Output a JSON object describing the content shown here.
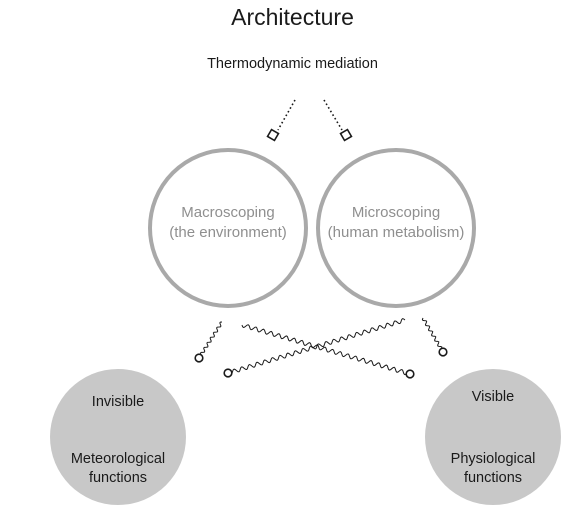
{
  "title": "Architecture",
  "subtitle": "Thermodynamic mediation",
  "macro": {
    "line1": "Macroscoping",
    "line2": "(the environment)"
  },
  "micro": {
    "line1": "Microscoping",
    "line2": "(human metabolism)"
  },
  "left_disk": {
    "top": "Invisible",
    "bottom_line1": "Meteorological",
    "bottom_line2": "functions"
  },
  "right_disk": {
    "top": "Visible",
    "bottom_line1": "Physiological",
    "bottom_line2": "functions"
  },
  "colors": {
    "ring": "#a9a9a9",
    "disk": "#c8c8c8",
    "ring_text": "#8f8f8f",
    "ink": "#1a1a1a"
  }
}
